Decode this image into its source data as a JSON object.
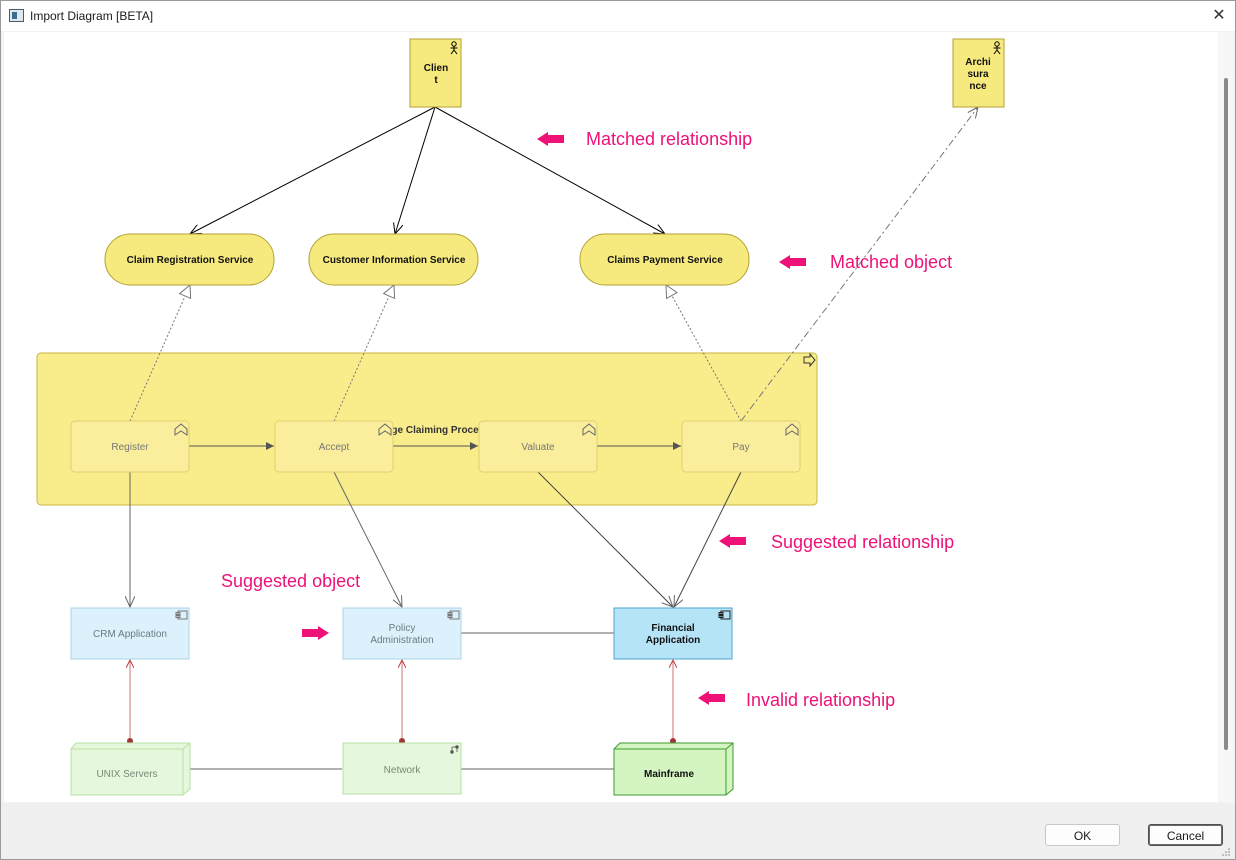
{
  "window": {
    "title": "Import Diagram [BETA]"
  },
  "diagram": {
    "actors": {
      "client": "Client",
      "archisurance": "Archisurance"
    },
    "services": {
      "claim_registration": "Claim Registration Service",
      "customer_information": "Customer Information Service",
      "claims_payment": "Claims Payment Service"
    },
    "process": {
      "name": "Damage Claiming Process",
      "steps": [
        "Register",
        "Accept",
        "Valuate",
        "Pay"
      ]
    },
    "applications": {
      "crm": "CRM Application",
      "policy_line1": "Policy",
      "policy_line2": "Administration",
      "financial_line1": "Financial",
      "financial_line2": "Application"
    },
    "nodes": {
      "unix": "UNIX Servers",
      "network": "Network",
      "mainframe": "Mainframe"
    }
  },
  "annotations": {
    "matched_relationship": "Matched relationship",
    "matched_object": "Matched object",
    "suggested_relationship": "Suggested relationship",
    "suggested_object": "Suggested object",
    "invalid_relationship": "Invalid relationship",
    "color": "#ee1177"
  },
  "footer": {
    "ok": "OK",
    "cancel": "Cancel"
  }
}
